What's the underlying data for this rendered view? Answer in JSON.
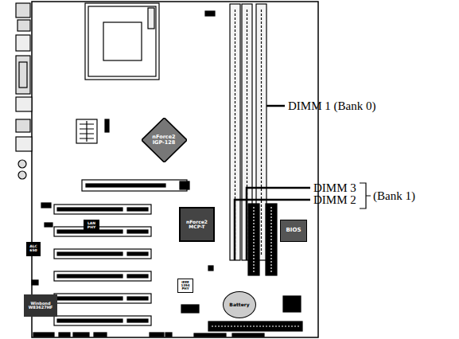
{
  "diagram": {
    "nodes": [
      {
        "text": [
          "nForce2 IGP-128"
        ]
      },
      {
        "text": [
          "LAN PHY"
        ]
      },
      {
        "text": [
          "nForce2 MCP-T"
        ]
      },
      {
        "text": [
          "ALC 650"
        ]
      },
      {
        "text": [
          "IEEE 1394 PHY"
        ]
      },
      {
        "text": [
          "BIOS"
        ]
      },
      {
        "text": [
          "Winbond W83627HF"
        ]
      },
      {
        "text": [
          "Battery"
        ]
      }
    ],
    "labels": [
      "DIMM 1 (Bank 0)",
      "DIMM 3",
      "DIMM 2",
      "(Bank 1)"
    ]
  }
}
